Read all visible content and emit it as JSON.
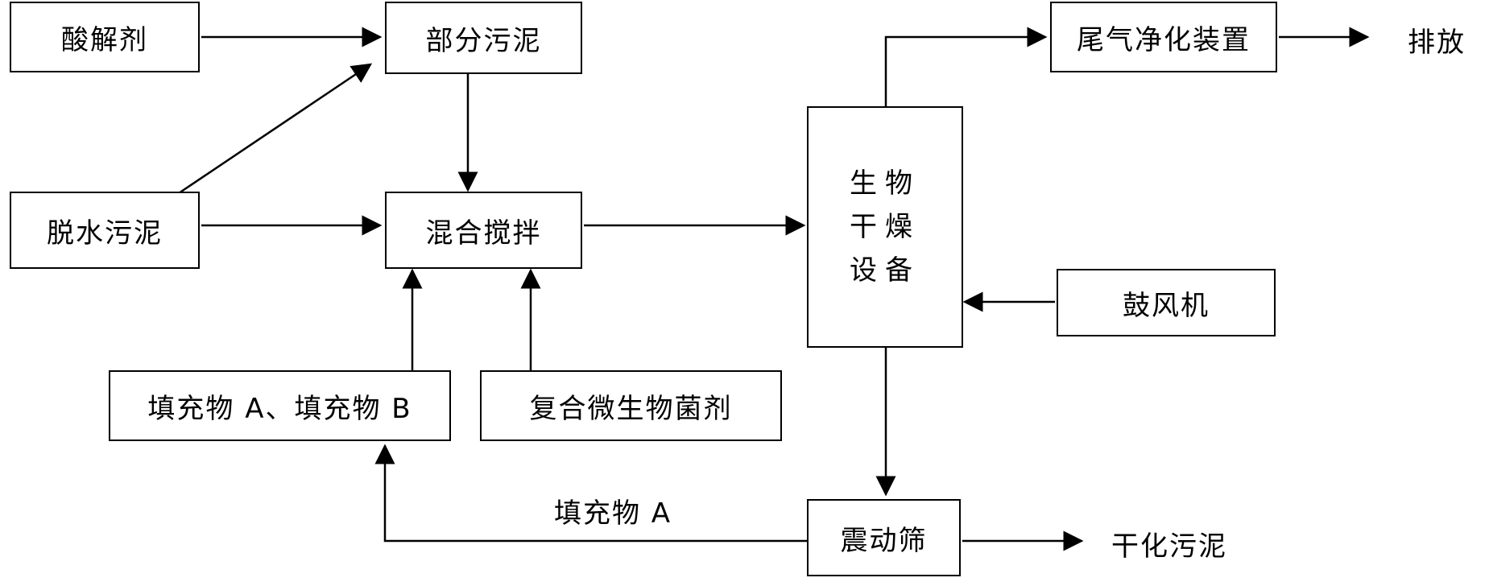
{
  "nodes": {
    "acid_agent": "酸解剂",
    "partial_sludge": "部分污泥",
    "dewatered_sludge": "脱水污泥",
    "mix_stir": "混合搅拌",
    "fillers_ab": "填充物 A、填充物 B",
    "microbial_agent": "复合微生物菌剂",
    "bio_dryer": [
      "生物",
      "干燥",
      "设备"
    ],
    "blower": "鼓风机",
    "exhaust_purifier": "尾气净化装置",
    "vibrating_screen": "震动筛"
  },
  "labels": {
    "discharge": "排放",
    "filler_a_return": "填充物 A",
    "dried_sludge": "干化污泥"
  }
}
